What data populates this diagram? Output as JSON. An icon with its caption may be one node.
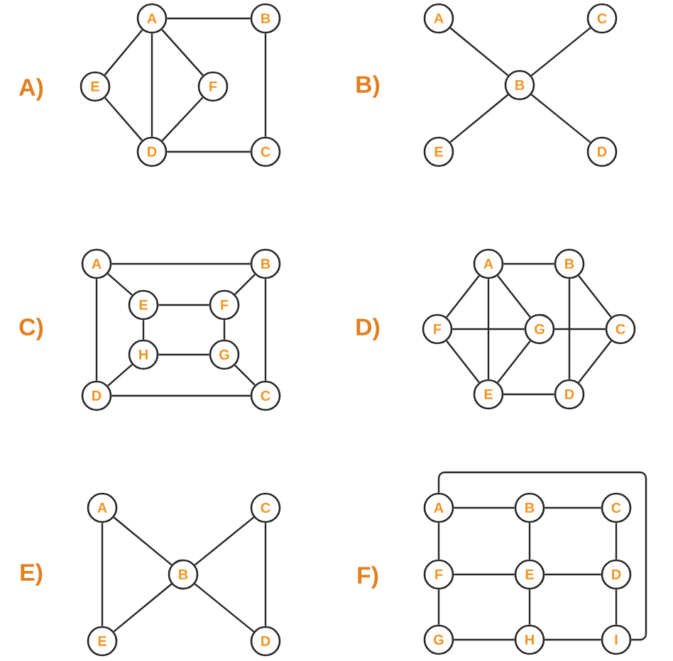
{
  "diagram": {
    "nodes": [
      {
        "text": [
          "A"
        ]
      },
      {
        "text": [
          "B"
        ]
      },
      {
        "text": [
          "E"
        ]
      },
      {
        "text": [
          "F"
        ]
      },
      {
        "text": [
          "D"
        ]
      },
      {
        "text": [
          "C"
        ]
      },
      {
        "text": [
          "A"
        ]
      },
      {
        "text": [
          "C"
        ]
      },
      {
        "text": [
          "B"
        ]
      },
      {
        "text": [
          "E"
        ]
      },
      {
        "text": [
          "D"
        ]
      },
      {
        "text": [
          "A"
        ]
      },
      {
        "text": [
          "B"
        ]
      },
      {
        "text": [
          "E"
        ]
      },
      {
        "text": [
          "F"
        ]
      },
      {
        "text": [
          "H"
        ]
      },
      {
        "text": [
          "G"
        ]
      },
      {
        "text": [
          "D"
        ]
      },
      {
        "text": [
          "C"
        ]
      },
      {
        "text": [
          "A"
        ]
      },
      {
        "text": [
          "B"
        ]
      },
      {
        "text": [
          "F"
        ]
      },
      {
        "text": [
          "G"
        ]
      },
      {
        "text": [
          "C"
        ]
      },
      {
        "text": [
          "E"
        ]
      },
      {
        "text": [
          "D"
        ]
      },
      {
        "text": [
          "A"
        ]
      },
      {
        "text": [
          "C"
        ]
      },
      {
        "text": [
          "B"
        ]
      },
      {
        "text": [
          "E"
        ]
      },
      {
        "text": [
          "D"
        ]
      },
      {
        "text": [
          "A"
        ]
      },
      {
        "text": [
          "B"
        ]
      },
      {
        "text": [
          "C"
        ]
      },
      {
        "text": [
          "F"
        ]
      },
      {
        "text": [
          "E"
        ]
      },
      {
        "text": [
          "D"
        ]
      },
      {
        "text": [
          "G"
        ]
      },
      {
        "text": [
          "H"
        ]
      },
      {
        "text": [
          "I"
        ]
      }
    ],
    "edges": [
      {
        "from": 0,
        "to": 1,
        "arrow": "none"
      },
      {
        "from": 0,
        "to": 2,
        "arrow": "none"
      },
      {
        "from": 0,
        "to": 4,
        "arrow": "none"
      },
      {
        "from": 0,
        "to": 3,
        "arrow": "none"
      },
      {
        "from": 2,
        "to": 4,
        "arrow": "none"
      },
      {
        "from": 3,
        "to": 4,
        "arrow": "none"
      },
      {
        "from": 4,
        "to": 5,
        "arrow": "none"
      },
      {
        "from": 1,
        "to": 5,
        "arrow": "none"
      },
      {
        "from": 6,
        "to": 8,
        "arrow": "none"
      },
      {
        "from": 7,
        "to": 8,
        "arrow": "none"
      },
      {
        "from": 9,
        "to": 8,
        "arrow": "none"
      },
      {
        "from": 10,
        "to": 8,
        "arrow": "none"
      },
      {
        "from": 11,
        "to": 12,
        "arrow": "none"
      },
      {
        "from": 11,
        "to": 17,
        "arrow": "none"
      },
      {
        "from": 11,
        "to": 13,
        "arrow": "none"
      },
      {
        "from": 12,
        "to": 14,
        "arrow": "none"
      },
      {
        "from": 12,
        "to": 18,
        "arrow": "none"
      },
      {
        "from": 13,
        "to": 14,
        "arrow": "none"
      },
      {
        "from": 13,
        "to": 15,
        "arrow": "none"
      },
      {
        "from": 14,
        "to": 16,
        "arrow": "none"
      },
      {
        "from": 15,
        "to": 16,
        "arrow": "none"
      },
      {
        "from": 15,
        "to": 17,
        "arrow": "none"
      },
      {
        "from": 16,
        "to": 18,
        "arrow": "none"
      },
      {
        "from": 17,
        "to": 18,
        "arrow": "none"
      },
      {
        "from": 19,
        "to": 20,
        "arrow": "none"
      },
      {
        "from": 19,
        "to": 21,
        "arrow": "none"
      },
      {
        "from": 19,
        "to": 24,
        "arrow": "none"
      },
      {
        "from": 19,
        "to": 22,
        "arrow": "none"
      },
      {
        "from": 21,
        "to": 22,
        "arrow": "none"
      },
      {
        "from": 22,
        "to": 23,
        "arrow": "none"
      },
      {
        "from": 21,
        "to": 24,
        "arrow": "none"
      },
      {
        "from": 22,
        "to": 24,
        "arrow": "none"
      },
      {
        "from": 20,
        "to": 25,
        "arrow": "none"
      },
      {
        "from": 20,
        "to": 23,
        "arrow": "none"
      },
      {
        "from": 23,
        "to": 25,
        "arrow": "none"
      },
      {
        "from": 24,
        "to": 25,
        "arrow": "none"
      },
      {
        "from": 26,
        "to": 28,
        "arrow": "none"
      },
      {
        "from": 26,
        "to": 29,
        "arrow": "none"
      },
      {
        "from": 27,
        "to": 28,
        "arrow": "none"
      },
      {
        "from": 27,
        "to": 30,
        "arrow": "none"
      },
      {
        "from": 29,
        "to": 28,
        "arrow": "none"
      },
      {
        "from": 30,
        "to": 28,
        "arrow": "none"
      },
      {
        "from": 31,
        "to": 32,
        "arrow": "none"
      },
      {
        "from": 32,
        "to": 33,
        "arrow": "none"
      },
      {
        "from": 31,
        "to": 34,
        "arrow": "none"
      },
      {
        "from": 32,
        "to": 35,
        "arrow": "none"
      },
      {
        "from": 33,
        "to": 36,
        "arrow": "none"
      },
      {
        "from": 34,
        "to": 35,
        "arrow": "none"
      },
      {
        "from": 35,
        "to": 36,
        "arrow": "none"
      },
      {
        "from": 34,
        "to": 37,
        "arrow": "none"
      },
      {
        "from": 35,
        "to": 38,
        "arrow": "none"
      },
      {
        "from": 36,
        "to": 39,
        "arrow": "none"
      },
      {
        "from": 37,
        "to": 38,
        "arrow": "none"
      },
      {
        "from": 38,
        "to": 39,
        "arrow": "none"
      },
      {
        "from": 31,
        "to": 39,
        "arrow": "none"
      }
    ],
    "labels": [
      "A)",
      "B)",
      "C)",
      "D)",
      "E)",
      "F)"
    ]
  }
}
